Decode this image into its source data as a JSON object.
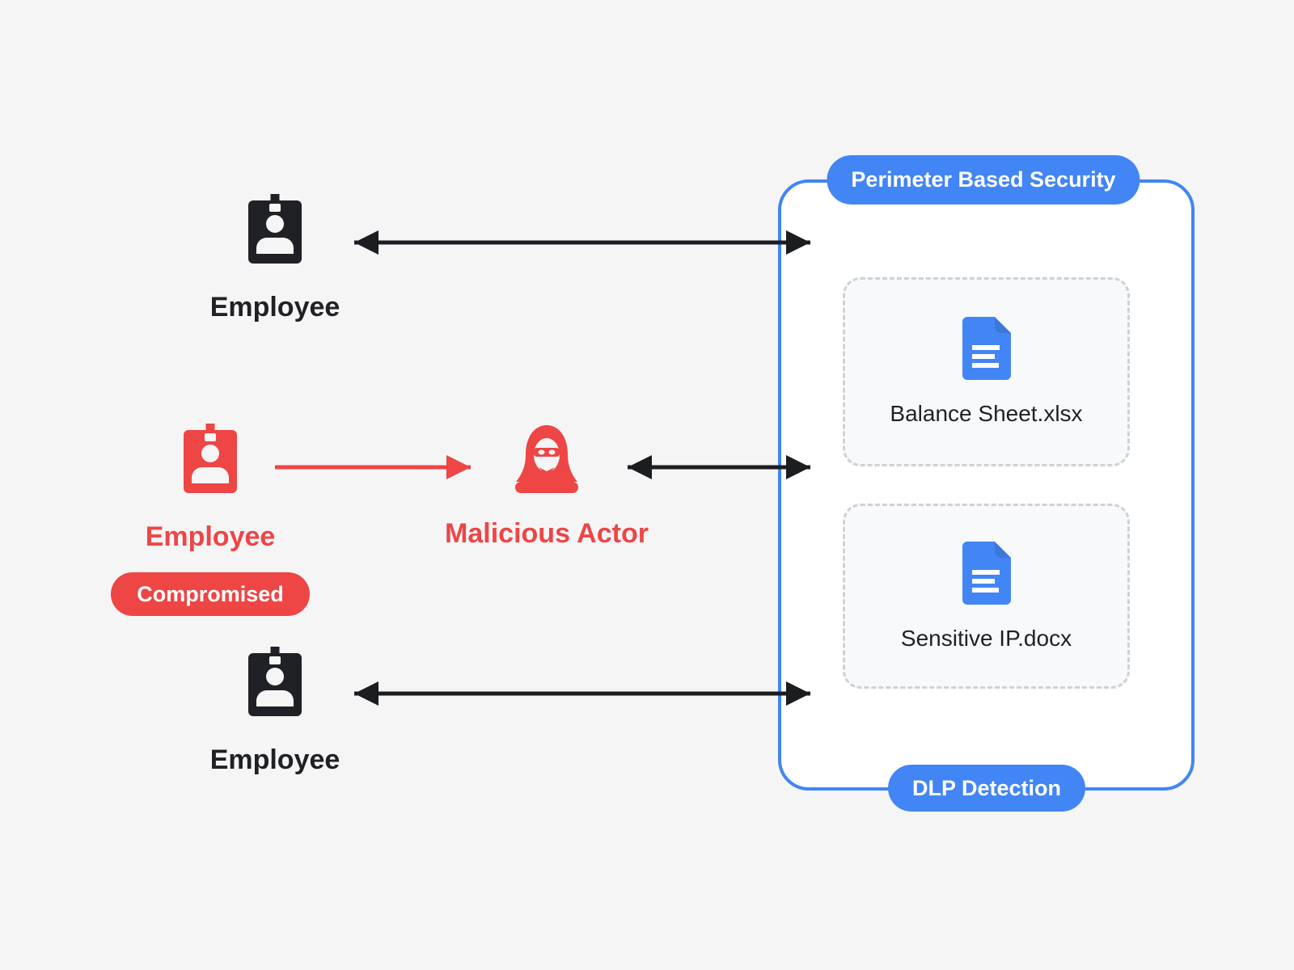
{
  "colors": {
    "background": "#F5F5F6",
    "panel_bg": "#FFFFFF",
    "ink": "#1F2126",
    "red": "#EE4545",
    "blue": "#4285F4",
    "blue_dark": "#3C78DC",
    "card_bg": "#F8F9FA",
    "card_border": "#CED2D6"
  },
  "nodes": {
    "employee_top": {
      "label": "Employee",
      "icon": "id-badge-icon"
    },
    "employee_compromised": {
      "label": "Employee",
      "icon": "id-badge-icon",
      "badge": "Compromised"
    },
    "employee_bottom": {
      "label": "Employee",
      "icon": "id-badge-icon"
    },
    "malicious_actor": {
      "label": "Malicious Actor",
      "icon": "hooded-hacker-icon"
    }
  },
  "perimeter": {
    "top_label": "Perimeter Based Security",
    "bottom_label": "DLP Detection",
    "files": [
      {
        "name": "Balance Sheet.xlsx",
        "icon": "document-icon"
      },
      {
        "name": "Sensitive IP.docx",
        "icon": "document-icon"
      }
    ]
  }
}
